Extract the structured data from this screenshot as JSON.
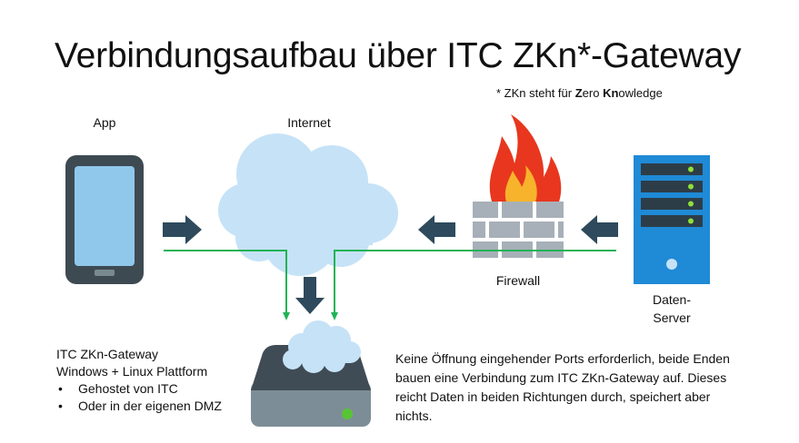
{
  "title": "Verbindungsaufbau über ITC ZKn*-Gateway",
  "footnote": {
    "prefix": "* ZKn steht für ",
    "z_bold": "Z",
    "z_rest": "ero ",
    "kn_bold": "Kn",
    "kn_rest": "owledge"
  },
  "labels": {
    "app": "App",
    "internet": "Internet",
    "firewall": "Firewall",
    "server_line1": "Daten-",
    "server_line2": "Server"
  },
  "gateway_info": {
    "line1": "ITC ZKn-Gateway",
    "line2": "Windows + Linux Plattform",
    "bullets": [
      "Gehostet  von ITC",
      "Oder in der eigenen DMZ"
    ]
  },
  "description": "Keine Öffnung eingehender Ports erforderlich, beide Enden bauen eine Verbindung zum ITC ZKn-Gateway auf. Dieses reicht Daten in beiden Richtungen durch, speichert aber nichts.",
  "colors": {
    "arrow": "#2e4a5c",
    "connection_line": "#21b356",
    "cloud": "#c6e2f7",
    "phone_body": "#3e4a52",
    "phone_screen": "#90c8ec",
    "server_body": "#1f8ad6",
    "server_led": "#8ee03a",
    "gateway_top": "#404c55",
    "gateway_front": "#7d8d97",
    "gateway_led": "#58c435",
    "firewall_brick": "#a7b0b8",
    "flame_outer": "#e8371e",
    "flame_inner": "#f7b32b"
  },
  "icons": [
    "smartphone-icon",
    "cloud-icon",
    "firewall-icon",
    "server-icon",
    "gateway-box-icon",
    "arrow-right-icon",
    "arrow-left-icon",
    "arrow-down-icon"
  ]
}
